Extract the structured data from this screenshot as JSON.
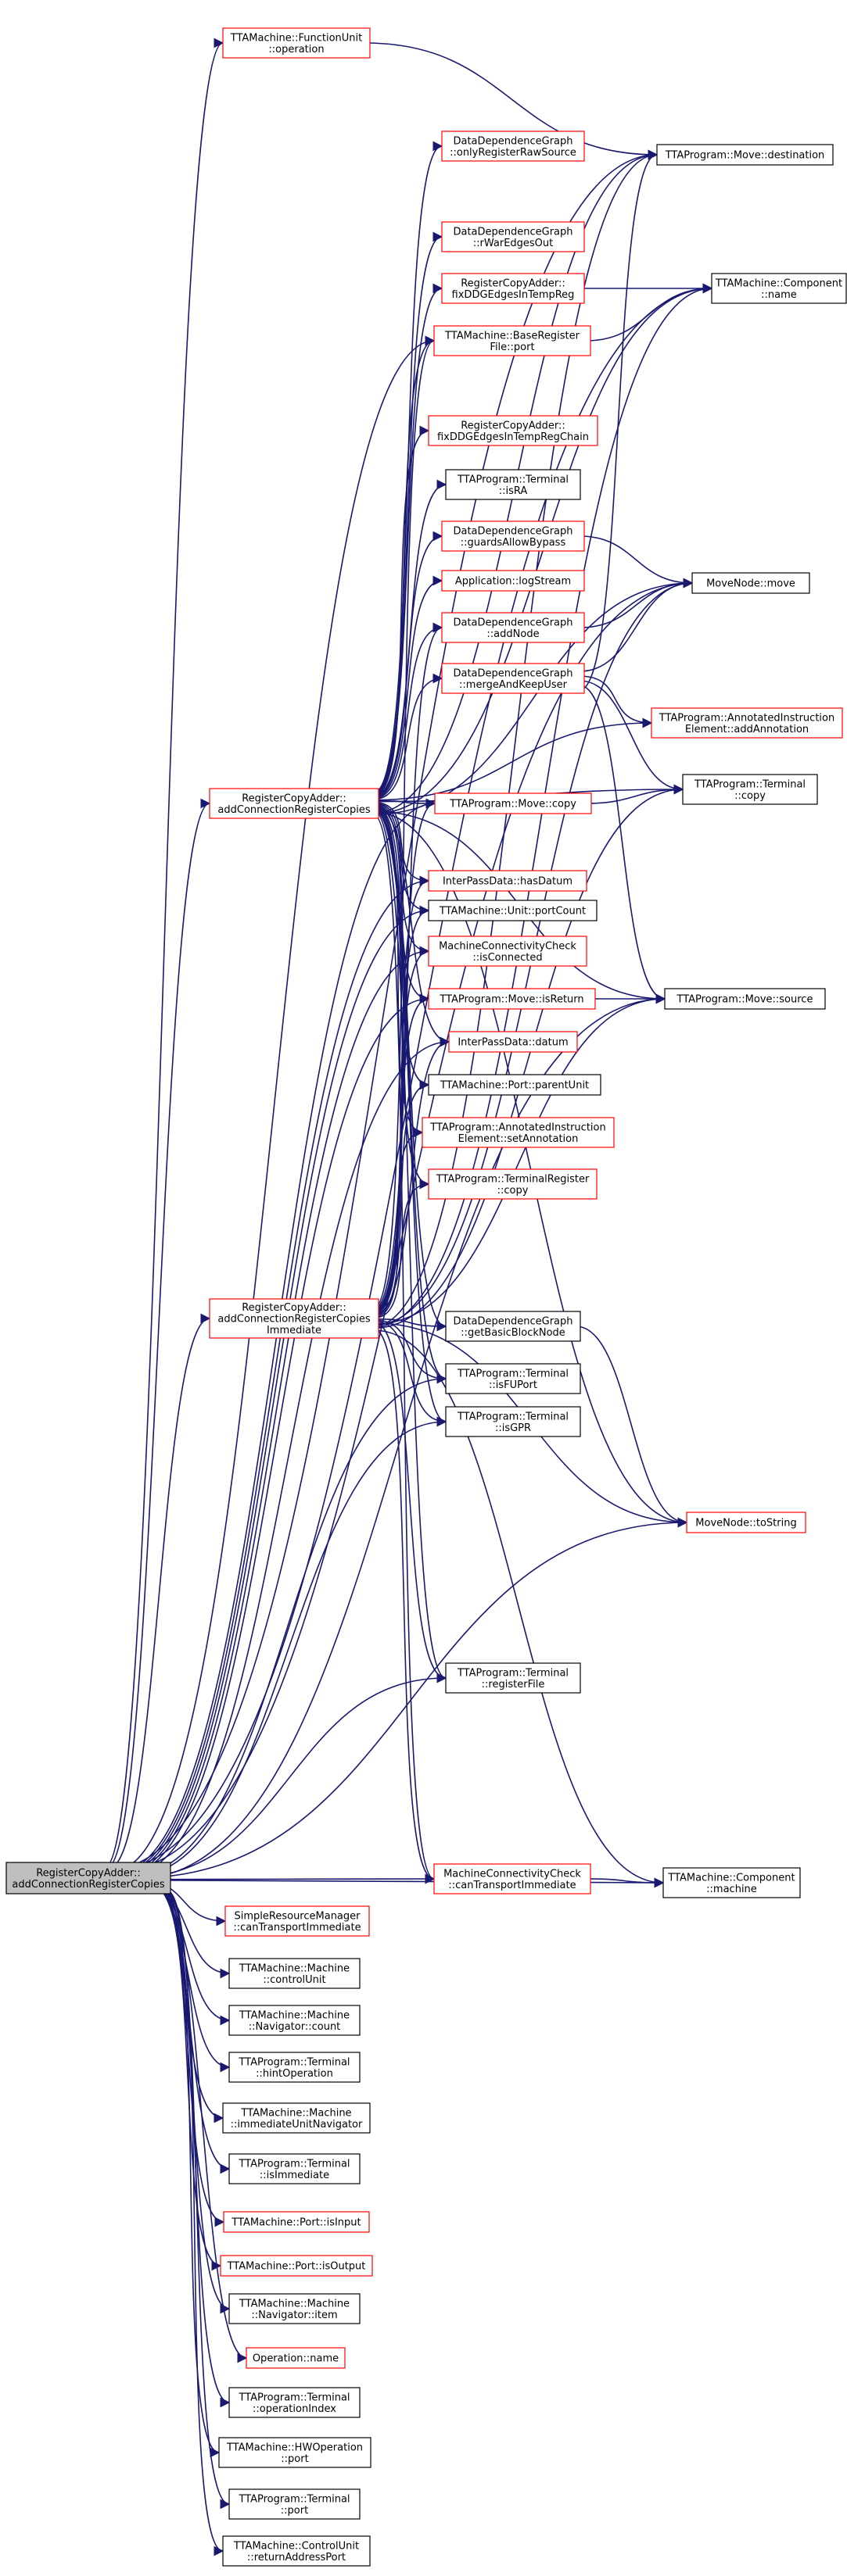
{
  "diagram": {
    "type": "call-graph",
    "colors": {
      "edge": "#191970",
      "node_border_documented": "#000000",
      "node_border_link": "#ff0000",
      "node_fill_root": "#bfbfbf",
      "node_fill": "#ffffff"
    },
    "nodes": [
      {
        "id": "root",
        "lines": [
          "RegisterCopyAdder::",
          "addConnectionRegisterCopies"
        ],
        "style": "root"
      },
      {
        "id": "n_fu_op",
        "lines": [
          "TTAMachine::FunctionUnit",
          "::operation"
        ],
        "style": "red"
      },
      {
        "id": "n_onlyRaw",
        "lines": [
          "DataDependenceGraph",
          "::onlyRegisterRawSource"
        ],
        "style": "red"
      },
      {
        "id": "n_move_dest",
        "lines": [
          "TTAProgram::Move::destination"
        ],
        "style": "black"
      },
      {
        "id": "n_rWar",
        "lines": [
          "DataDependenceGraph",
          "::rWarEdgesOut"
        ],
        "style": "red"
      },
      {
        "id": "n_fixTemp",
        "lines": [
          "RegisterCopyAdder::",
          "fixDDGEdgesInTempReg"
        ],
        "style": "red"
      },
      {
        "id": "n_comp_name",
        "lines": [
          "TTAMachine::Component",
          "::name"
        ],
        "style": "black"
      },
      {
        "id": "n_brf_port",
        "lines": [
          "TTAMachine::BaseRegister",
          "File::port"
        ],
        "style": "red"
      },
      {
        "id": "n_fixChain",
        "lines": [
          "RegisterCopyAdder::",
          "fixDDGEdgesInTempRegChain"
        ],
        "style": "red"
      },
      {
        "id": "n_term_isRA",
        "lines": [
          "TTAProgram::Terminal",
          "::isRA"
        ],
        "style": "black"
      },
      {
        "id": "n_guards",
        "lines": [
          "DataDependenceGraph",
          "::guardsAllowBypass"
        ],
        "style": "red"
      },
      {
        "id": "n_mn_move",
        "lines": [
          "MoveNode::move"
        ],
        "style": "black"
      },
      {
        "id": "n_logStream",
        "lines": [
          "Application::logStream"
        ],
        "style": "red"
      },
      {
        "id": "n_addNode",
        "lines": [
          "DataDependenceGraph",
          "::addNode"
        ],
        "style": "red"
      },
      {
        "id": "n_merge",
        "lines": [
          "DataDependenceGraph",
          "::mergeAndKeepUser"
        ],
        "style": "red"
      },
      {
        "id": "n_addAnn",
        "lines": [
          "TTAProgram::AnnotatedInstruction",
          "Element::addAnnotation"
        ],
        "style": "red"
      },
      {
        "id": "n_acrc",
        "lines": [
          "RegisterCopyAdder::",
          "addConnectionRegisterCopies"
        ],
        "style": "red"
      },
      {
        "id": "n_move_copy",
        "lines": [
          "TTAProgram::Move::copy"
        ],
        "style": "red"
      },
      {
        "id": "n_term_copy",
        "lines": [
          "TTAProgram::Terminal",
          "::copy"
        ],
        "style": "black"
      },
      {
        "id": "n_hasDatum",
        "lines": [
          "InterPassData::hasDatum"
        ],
        "style": "red"
      },
      {
        "id": "n_portCount",
        "lines": [
          "TTAMachine::Unit::portCount"
        ],
        "style": "black"
      },
      {
        "id": "n_isConnected",
        "lines": [
          "MachineConnectivityCheck",
          "::isConnected"
        ],
        "style": "red"
      },
      {
        "id": "n_isReturn",
        "lines": [
          "TTAProgram::Move::isReturn"
        ],
        "style": "red"
      },
      {
        "id": "n_move_source",
        "lines": [
          "TTAProgram::Move::source"
        ],
        "style": "black"
      },
      {
        "id": "n_datum",
        "lines": [
          "InterPassData::datum"
        ],
        "style": "red"
      },
      {
        "id": "n_parentUnit",
        "lines": [
          "TTAMachine::Port::parentUnit"
        ],
        "style": "black"
      },
      {
        "id": "n_setAnn",
        "lines": [
          "TTAProgram::AnnotatedInstruction",
          "Element::setAnnotation"
        ],
        "style": "red"
      },
      {
        "id": "n_treg_copy",
        "lines": [
          "TTAProgram::TerminalRegister",
          "::copy"
        ],
        "style": "red"
      },
      {
        "id": "n_acrci",
        "lines": [
          "RegisterCopyAdder::",
          "addConnectionRegisterCopies",
          "Immediate"
        ],
        "style": "red"
      },
      {
        "id": "n_getBB",
        "lines": [
          "DataDependenceGraph",
          "::getBasicBlockNode"
        ],
        "style": "black"
      },
      {
        "id": "n_isFUPort",
        "lines": [
          "TTAProgram::Terminal",
          "::isFUPort"
        ],
        "style": "black"
      },
      {
        "id": "n_isGPR",
        "lines": [
          "TTAProgram::Terminal",
          "::isGPR"
        ],
        "style": "black"
      },
      {
        "id": "n_toString",
        "lines": [
          "MoveNode::toString"
        ],
        "style": "red"
      },
      {
        "id": "n_regFile",
        "lines": [
          "TTAProgram::Terminal",
          "::registerFile"
        ],
        "style": "black"
      },
      {
        "id": "n_canTransImm",
        "lines": [
          "MachineConnectivityCheck",
          "::canTransportImmediate"
        ],
        "style": "red"
      },
      {
        "id": "n_comp_machine",
        "lines": [
          "TTAMachine::Component",
          "::machine"
        ],
        "style": "black"
      },
      {
        "id": "n_srm_canTrans",
        "lines": [
          "SimpleResourceManager",
          "::canTransportImmediate"
        ],
        "style": "red"
      },
      {
        "id": "n_controlUnit",
        "lines": [
          "TTAMachine::Machine",
          "::controlUnit"
        ],
        "style": "black"
      },
      {
        "id": "n_navCount",
        "lines": [
          "TTAMachine::Machine",
          "::Navigator::count"
        ],
        "style": "black"
      },
      {
        "id": "n_hintOp",
        "lines": [
          "TTAProgram::Terminal",
          "::hintOperation"
        ],
        "style": "black"
      },
      {
        "id": "n_immNav",
        "lines": [
          "TTAMachine::Machine",
          "::immediateUnitNavigator"
        ],
        "style": "black"
      },
      {
        "id": "n_isImm",
        "lines": [
          "TTAProgram::Terminal",
          "::isImmediate"
        ],
        "style": "black"
      },
      {
        "id": "n_isInput",
        "lines": [
          "TTAMachine::Port::isInput"
        ],
        "style": "red"
      },
      {
        "id": "n_isOutput",
        "lines": [
          "TTAMachine::Port::isOutput"
        ],
        "style": "red"
      },
      {
        "id": "n_navItem",
        "lines": [
          "TTAMachine::Machine",
          "::Navigator::item"
        ],
        "style": "black"
      },
      {
        "id": "n_opName",
        "lines": [
          "Operation::name"
        ],
        "style": "red"
      },
      {
        "id": "n_opIndex",
        "lines": [
          "TTAProgram::Terminal",
          "::operationIndex"
        ],
        "style": "black"
      },
      {
        "id": "n_hwPort",
        "lines": [
          "TTAMachine::HWOperation",
          "::port"
        ],
        "style": "black"
      },
      {
        "id": "n_termPort",
        "lines": [
          "TTAProgram::Terminal",
          "::port"
        ],
        "style": "black"
      },
      {
        "id": "n_retAddr",
        "lines": [
          "TTAMachine::ControlUnit",
          "::returnAddressPort"
        ],
        "style": "black"
      }
    ],
    "edges": [
      [
        "root",
        "n_fu_op"
      ],
      [
        "root",
        "n_acrc"
      ],
      [
        "root",
        "n_acrci"
      ],
      [
        "root",
        "n_move_dest"
      ],
      [
        "root",
        "n_comp_name"
      ],
      [
        "root",
        "n_brf_port"
      ],
      [
        "root",
        "n_mn_move"
      ],
      [
        "root",
        "n_move_copy"
      ],
      [
        "root",
        "n_hasDatum"
      ],
      [
        "root",
        "n_portCount"
      ],
      [
        "root",
        "n_isConnected"
      ],
      [
        "root",
        "n_isReturn"
      ],
      [
        "root",
        "n_datum"
      ],
      [
        "root",
        "n_isFUPort"
      ],
      [
        "root",
        "n_isGPR"
      ],
      [
        "root",
        "n_regFile"
      ],
      [
        "root",
        "n_toString"
      ],
      [
        "root",
        "n_move_source"
      ],
      [
        "root",
        "n_canTransImm"
      ],
      [
        "root",
        "n_comp_machine"
      ],
      [
        "root",
        "n_srm_canTrans"
      ],
      [
        "root",
        "n_controlUnit"
      ],
      [
        "root",
        "n_navCount"
      ],
      [
        "root",
        "n_hintOp"
      ],
      [
        "root",
        "n_immNav"
      ],
      [
        "root",
        "n_isImm"
      ],
      [
        "root",
        "n_isInput"
      ],
      [
        "root",
        "n_isOutput"
      ],
      [
        "root",
        "n_navItem"
      ],
      [
        "root",
        "n_opName"
      ],
      [
        "root",
        "n_opIndex"
      ],
      [
        "root",
        "n_hwPort"
      ],
      [
        "root",
        "n_termPort"
      ],
      [
        "root",
        "n_retAddr"
      ],
      [
        "n_fu_op",
        "n_move_dest"
      ],
      [
        "n_fixTemp",
        "n_comp_name"
      ],
      [
        "n_brf_port",
        "n_comp_name"
      ],
      [
        "n_guards",
        "n_mn_move"
      ],
      [
        "n_addNode",
        "n_mn_move"
      ],
      [
        "n_merge",
        "n_mn_move"
      ],
      [
        "n_merge",
        "n_addAnn"
      ],
      [
        "n_merge",
        "n_term_copy"
      ],
      [
        "n_merge",
        "n_move_source"
      ],
      [
        "n_merge",
        "n_move_dest"
      ],
      [
        "n_move_copy",
        "n_term_copy"
      ],
      [
        "n_isReturn",
        "n_move_source"
      ],
      [
        "n_canTransImm",
        "n_comp_machine"
      ],
      [
        "n_getBB",
        "n_toString"
      ],
      [
        "n_acrc",
        "n_onlyRaw"
      ],
      [
        "n_acrc",
        "n_rWar"
      ],
      [
        "n_acrc",
        "n_fixTemp"
      ],
      [
        "n_acrc",
        "n_brf_port"
      ],
      [
        "n_acrc",
        "n_fixChain"
      ],
      [
        "n_acrc",
        "n_term_isRA"
      ],
      [
        "n_acrc",
        "n_guards"
      ],
      [
        "n_acrc",
        "n_logStream"
      ],
      [
        "n_acrc",
        "n_addNode"
      ],
      [
        "n_acrc",
        "n_merge"
      ],
      [
        "n_acrc",
        "n_addAnn"
      ],
      [
        "n_acrc",
        "n_move_copy"
      ],
      [
        "n_acrc",
        "n_term_copy"
      ],
      [
        "n_acrc",
        "n_hasDatum"
      ],
      [
        "n_acrc",
        "n_portCount"
      ],
      [
        "n_acrc",
        "n_isConnected"
      ],
      [
        "n_acrc",
        "n_isReturn"
      ],
      [
        "n_acrc",
        "n_datum"
      ],
      [
        "n_acrc",
        "n_parentUnit"
      ],
      [
        "n_acrc",
        "n_setAnn"
      ],
      [
        "n_acrc",
        "n_treg_copy"
      ],
      [
        "n_acrc",
        "n_getBB"
      ],
      [
        "n_acrc",
        "n_isFUPort"
      ],
      [
        "n_acrc",
        "n_isGPR"
      ],
      [
        "n_acrc",
        "n_regFile"
      ],
      [
        "n_acrc",
        "n_move_source"
      ],
      [
        "n_acrc",
        "n_toString"
      ],
      [
        "n_acrc",
        "n_move_dest"
      ],
      [
        "n_acrc",
        "n_comp_name"
      ],
      [
        "n_acrc",
        "n_mn_move"
      ],
      [
        "n_acrc",
        "n_canTransImm"
      ],
      [
        "n_acrci",
        "n_brf_port"
      ],
      [
        "n_acrci",
        "n_addNode"
      ],
      [
        "n_acrci",
        "n_move_copy"
      ],
      [
        "n_acrci",
        "n_hasDatum"
      ],
      [
        "n_acrci",
        "n_portCount"
      ],
      [
        "n_acrci",
        "n_isConnected"
      ],
      [
        "n_acrci",
        "n_isReturn"
      ],
      [
        "n_acrci",
        "n_datum"
      ],
      [
        "n_acrci",
        "n_parentUnit"
      ],
      [
        "n_acrci",
        "n_setAnn"
      ],
      [
        "n_acrci",
        "n_treg_copy"
      ],
      [
        "n_acrci",
        "n_getBB"
      ],
      [
        "n_acrci",
        "n_isFUPort"
      ],
      [
        "n_acrci",
        "n_isGPR"
      ],
      [
        "n_acrci",
        "n_regFile"
      ],
      [
        "n_acrci",
        "n_toString"
      ],
      [
        "n_acrci",
        "n_move_source"
      ],
      [
        "n_acrci",
        "n_mn_move"
      ],
      [
        "n_acrci",
        "n_move_dest"
      ],
      [
        "n_acrci",
        "n_comp_name"
      ],
      [
        "n_acrci",
        "n_term_copy"
      ],
      [
        "n_acrci",
        "n_canTransImm"
      ],
      [
        "n_acrci",
        "n_comp_machine"
      ]
    ]
  }
}
